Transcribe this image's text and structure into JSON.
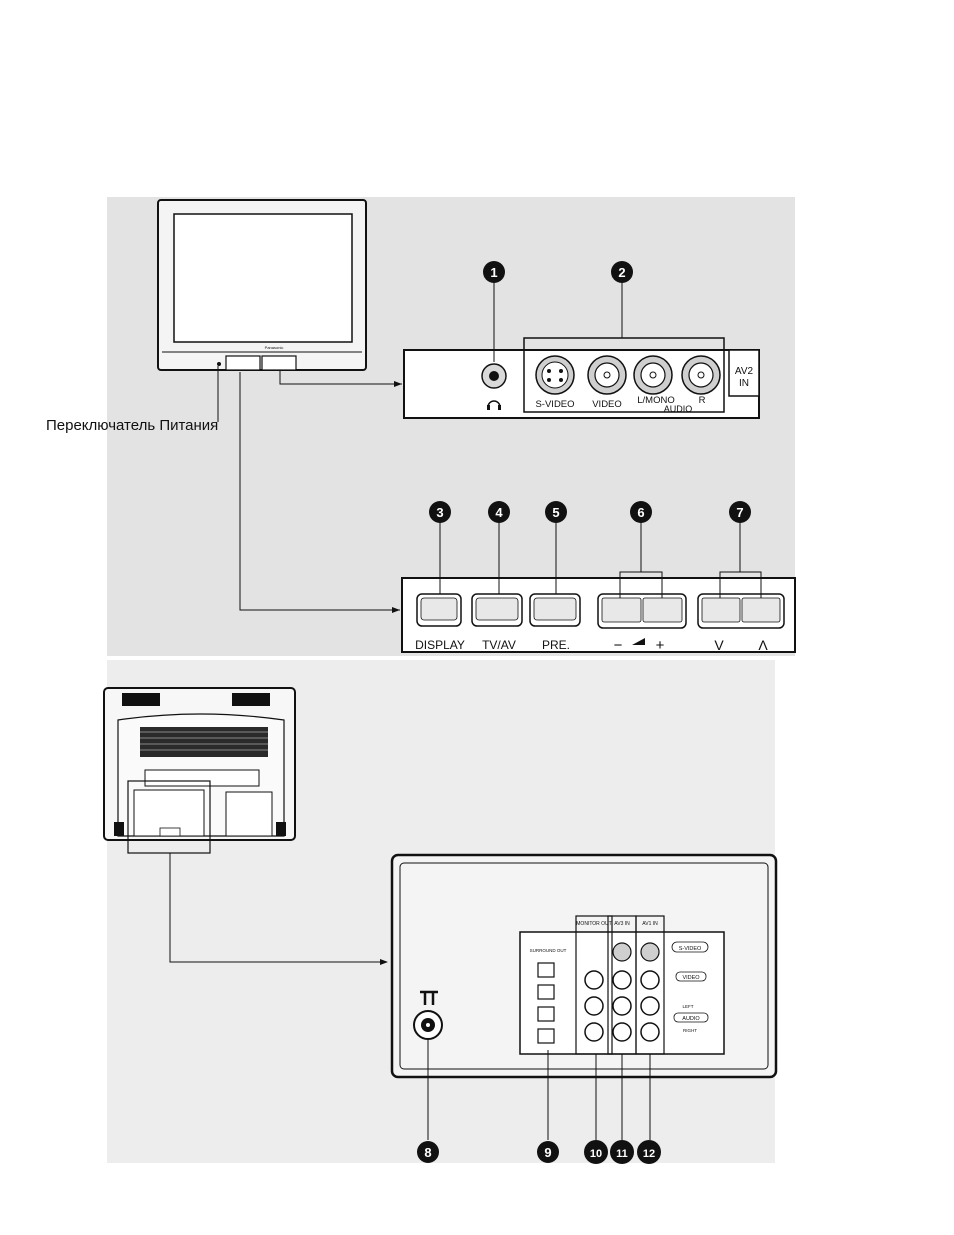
{
  "labels": {
    "power_switch": "Переключатель Питания",
    "s_video": "S-VIDEO",
    "video": "VIDEO",
    "l_mono": "L/MONO",
    "r": "R",
    "audio": "AUDIO",
    "av2": "AV2",
    "in": "IN",
    "display": "DISPLAY",
    "tv_av": "TV/AV",
    "pre": "PRE.",
    "vol_minus": "−",
    "vol_plus": "+",
    "ch_down": "V",
    "ch_up": "Λ",
    "brand": "Panasonic",
    "rear_monitor_out": "MONITOR OUT",
    "rear_av3_in": "AV3 IN",
    "rear_av1_in": "AV1 IN",
    "rear_s_video": "S-VIDEO",
    "rear_video": "VIDEO",
    "rear_left": "LEFT",
    "rear_audio": "AUDIO",
    "rear_right": "RIGHT",
    "rear_speaker": "SURROUND OUT"
  },
  "callouts": [
    "1",
    "2",
    "3",
    "4",
    "5",
    "6",
    "7",
    "8",
    "9",
    "10",
    "11",
    "12"
  ],
  "icons": {
    "headphone": "headphone-icon",
    "antenna": "antenna-icon",
    "volume": "volume-icon"
  }
}
